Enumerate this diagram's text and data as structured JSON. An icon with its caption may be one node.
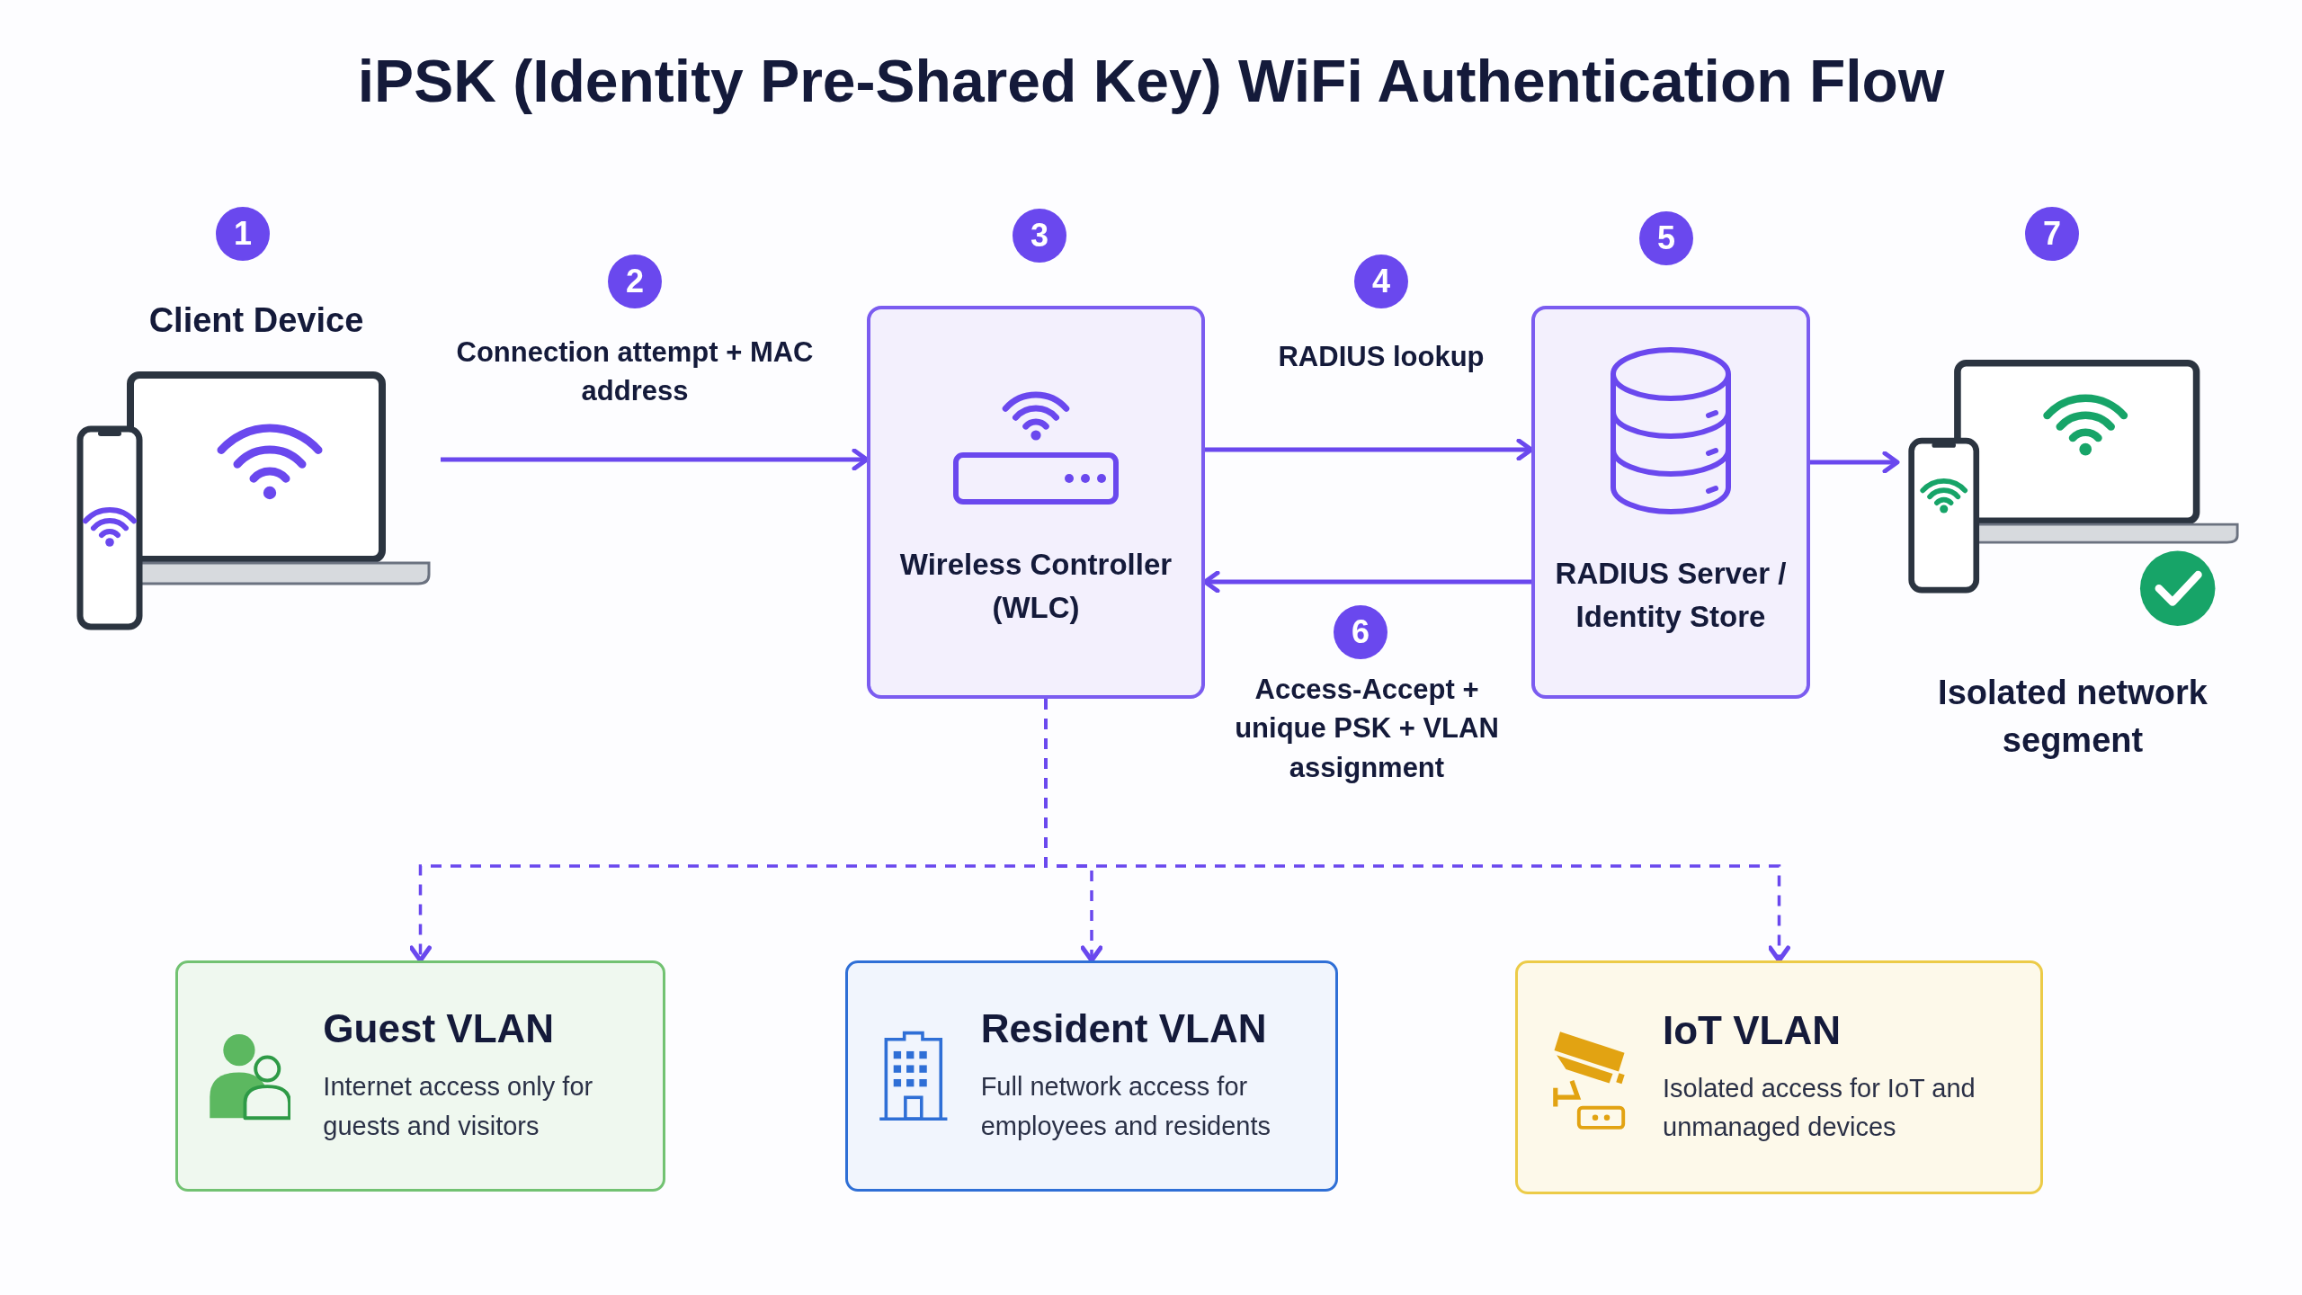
{
  "diagram": {
    "title": "iPSK (Identity Pre-Shared Key) WiFi Authentication Flow",
    "nodes": [
      {
        "text": [
          "Client Device"
        ]
      },
      {
        "text": [
          "Wireless Controller (WLC)"
        ]
      },
      {
        "text": [
          "RADIUS Server / Identity Store"
        ]
      },
      {
        "text": [
          "Isolated network segment"
        ]
      },
      {
        "text": [
          "Guest VLAN",
          "Internet access only for guests and visitors"
        ]
      },
      {
        "text": [
          "Resident VLAN",
          "Full network access for employees and residents"
        ]
      },
      {
        "text": [
          "IoT VLAN",
          "Isolated access for IoT and unmanaged devices"
        ]
      }
    ],
    "edges": [
      {
        "from": 0,
        "to": 1,
        "arrow": "to",
        "label": "Connection attempt + MAC address"
      },
      {
        "from": 1,
        "to": 2,
        "arrow": "to",
        "label": "RADIUS lookup"
      },
      {
        "from": 2,
        "to": 1,
        "arrow": "to",
        "label": "Access-Accept + unique PSK + VLAN assignment"
      },
      {
        "from": 2,
        "to": 3,
        "arrow": "to"
      },
      {
        "from": 1,
        "to": 4,
        "arrow": "to",
        "style": "dashed"
      },
      {
        "from": 1,
        "to": 5,
        "arrow": "to",
        "style": "dashed"
      },
      {
        "from": 1,
        "to": 6,
        "arrow": "to",
        "style": "dashed"
      }
    ],
    "labels": [
      "1",
      "2",
      "3",
      "4",
      "5",
      "6",
      "7"
    ]
  }
}
